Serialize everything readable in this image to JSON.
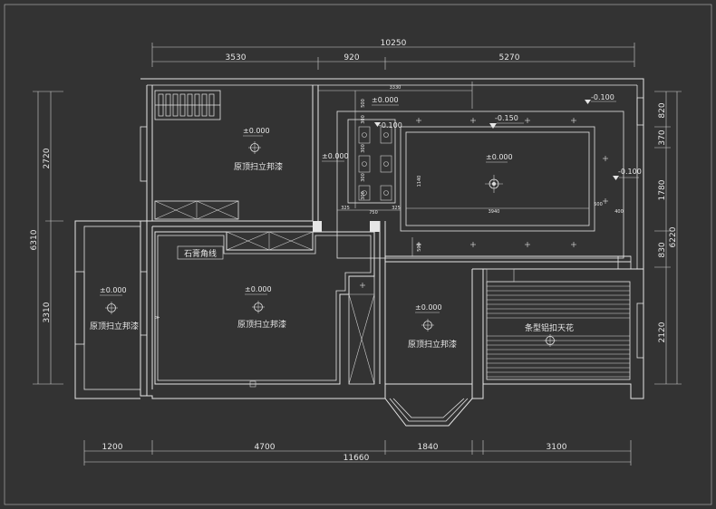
{
  "dimensions": {
    "top_total": "10250",
    "top_segments": [
      "3530",
      "920",
      "5270"
    ],
    "bottom_total": "11660",
    "bottom_segments": [
      "1200",
      "4700",
      "1840",
      "3100"
    ],
    "left_total": "6310",
    "left_segments": [
      "2720",
      "3310"
    ],
    "right_total": "6220",
    "right_segments": [
      "820",
      "370",
      "1780",
      "830",
      "2120"
    ],
    "inner_top": "3330",
    "inner_small": [
      "325",
      "750",
      "325"
    ],
    "inner_vertical": [
      "1140"
    ],
    "inner_width": "3940",
    "inner_right": [
      "500",
      "400"
    ],
    "inner_left_stack": [
      "500",
      "300",
      "300",
      "300",
      "300"
    ],
    "inner_bottom_left": "500"
  },
  "elevations": {
    "zero": "±0.000",
    "minus_0_100": "-0.100",
    "minus_0_150": "-0.150"
  },
  "labels": {
    "paint_ceiling": "原顶扫立邦漆",
    "gypsum_molding": "石膏角线",
    "aluminum_ceiling": "条型铝扣天花"
  }
}
